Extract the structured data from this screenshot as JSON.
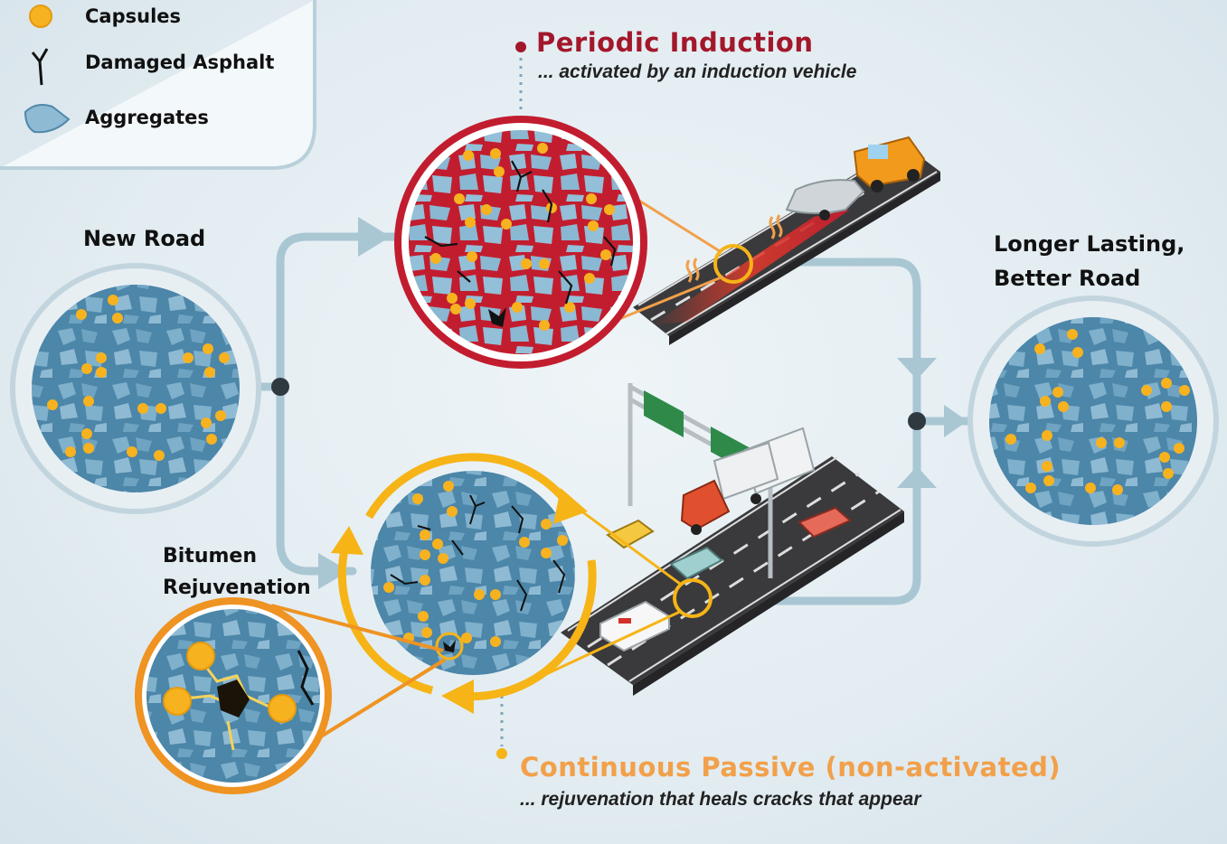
{
  "legend": {
    "items": [
      {
        "label": "Capsules",
        "icon": "capsule-icon"
      },
      {
        "label": "Damaged Asphalt",
        "icon": "crack-icon"
      },
      {
        "label": "Aggregates",
        "icon": "aggregate-icon"
      }
    ]
  },
  "labels": {
    "new_road": "New Road",
    "better_road_line1": "Longer Lasting,",
    "better_road_line2": "Better Road",
    "bitumen_line1": "Bitumen",
    "bitumen_line2": "Rejuvenation"
  },
  "periodic": {
    "title": "Periodic Induction",
    "subtitle": "... activated by an induction vehicle"
  },
  "continuous": {
    "title": "Continuous Passive (non-activated)",
    "subtitle": "... rejuvenation that heals cracks that appear"
  },
  "colors": {
    "capsule": "#f7b21f",
    "aggregate": "#8fbad3",
    "asphalt_bg": "#4c86a8",
    "induction_red": "#c21d2f",
    "passive_yellow": "#f6b417",
    "rejuvenation_orange": "#ef9322",
    "flow_line": "#a9c6d3",
    "road": "#3a3a3c"
  }
}
